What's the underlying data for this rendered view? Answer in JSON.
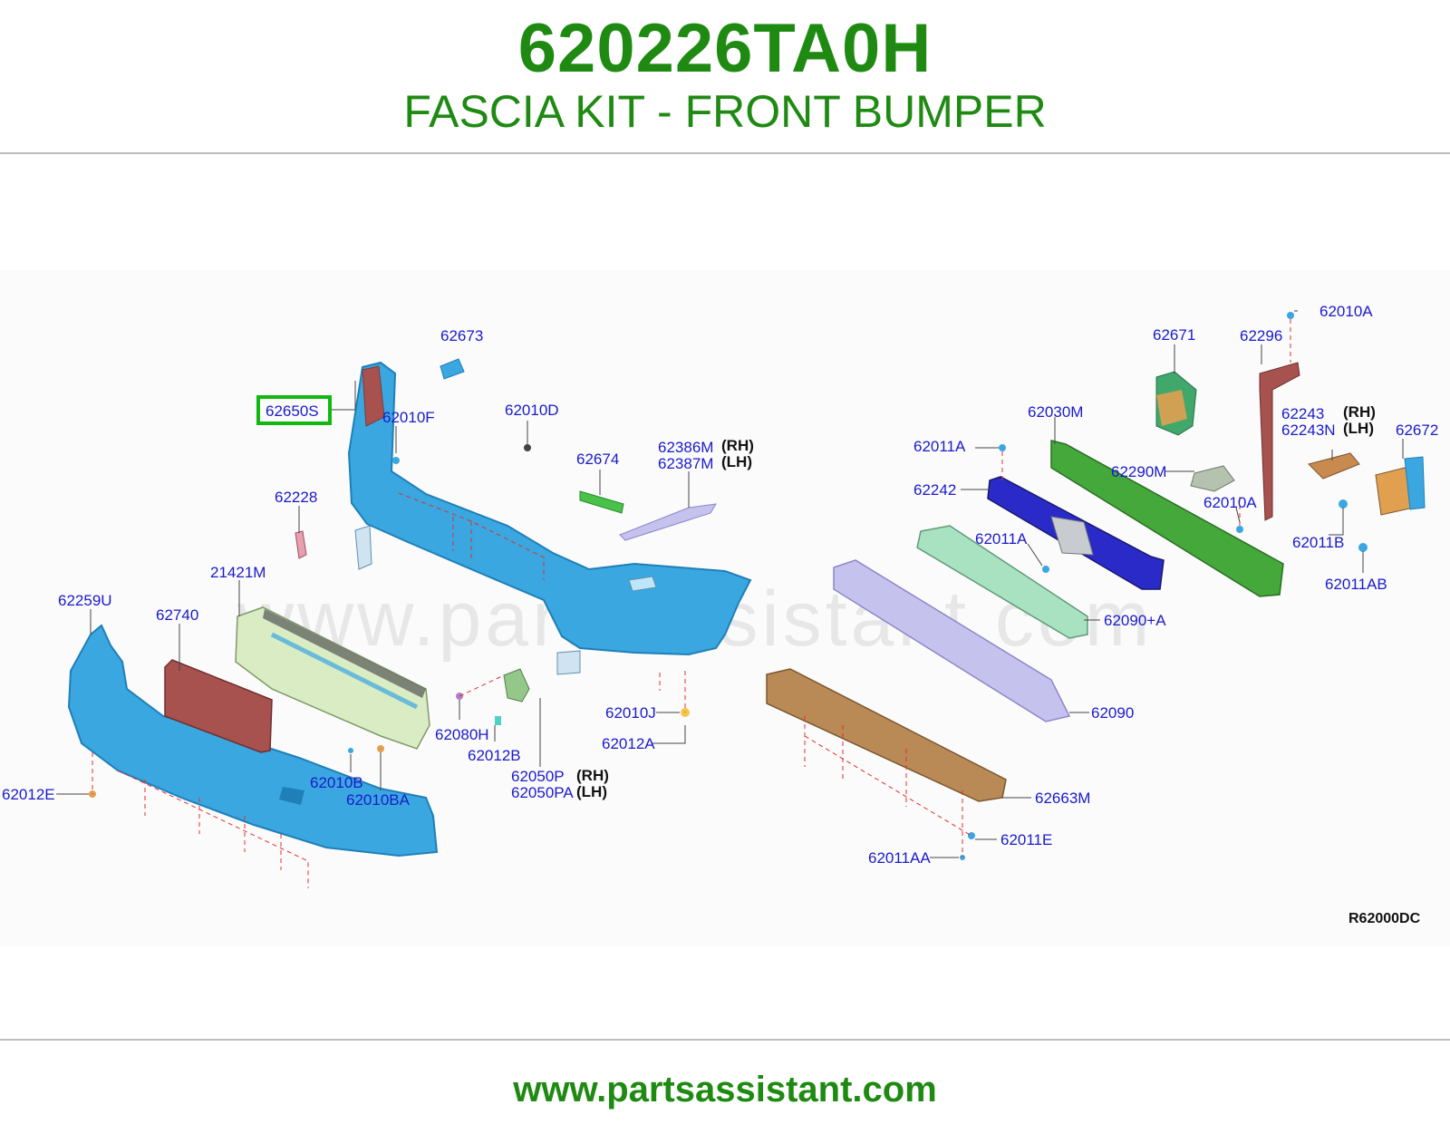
{
  "header": {
    "part_number": "620226TA0H",
    "title": "FASCIA KIT - FRONT BUMPER"
  },
  "diagram": {
    "watermark": "www.partsassistant.com",
    "ref_code": "R62000DC",
    "highlighted_label": "62650S",
    "labels": {
      "p62673": "62673",
      "p62650S": "62650S",
      "p62010F": "62010F",
      "p62010D": "62010D",
      "p62674": "62674",
      "p62386M": "62386M",
      "p62387M": "62387M",
      "p62228": "62228",
      "p21421M": "21421M",
      "p62259U": "62259U",
      "p62740": "62740",
      "p62080H": "62080H",
      "p62012B": "62012B",
      "p62050P": "62050P",
      "p62050PA": "62050PA",
      "p62010J": "62010J",
      "p62012A": "62012A",
      "p62010B": "62010B",
      "p62010BA": "62010BA",
      "p62012E": "62012E",
      "p62671": "62671",
      "p62296": "62296",
      "p62010A_top": "62010A",
      "p62030M": "62030M",
      "p62243": "62243",
      "p62243N": "62243N",
      "p62672": "62672",
      "p62011A_1": "62011A",
      "p62290M": "62290M",
      "p62242": "62242",
      "p62010A_2": "62010A",
      "p62011B": "62011B",
      "p62011A_2": "62011A",
      "p62011AB": "62011AB",
      "p62090A": "62090+A",
      "p62090": "62090",
      "p62663M": "62663M",
      "p62011E": "62011E",
      "p62011AA": "62011AA"
    },
    "side_marks": {
      "rh": "(RH)",
      "lh": "(LH)"
    },
    "colors": {
      "fascia": "#3aa7e0",
      "fascia_dark": "#1f7fb8",
      "grille": "#d9ecc4",
      "plate": "#a8524f",
      "reinforcement": "#45a83a",
      "absorber": "#a9e2c0",
      "beam": "#c6c2ee",
      "undercover": "#b98a55",
      "bracket_blue": "#2a2ac8",
      "label": "#1a1acc",
      "highlight": "#12b812",
      "dash": "#e03030"
    }
  },
  "footer": {
    "url": "www.partsassistant.com"
  }
}
